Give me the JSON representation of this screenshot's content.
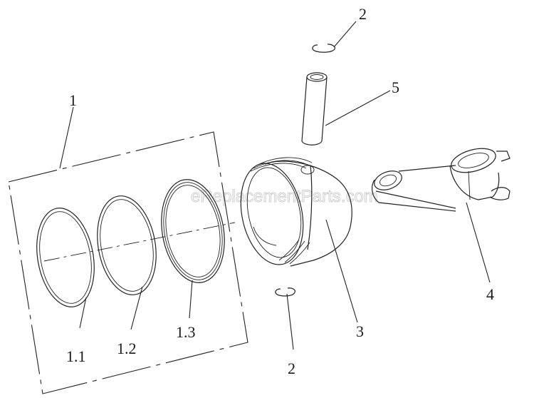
{
  "watermark": "eReplacementParts.com",
  "labels": {
    "ring_set": "1",
    "ring_1": "1.1",
    "ring_2": "1.2",
    "ring_3": "1.3",
    "clip_top": "2",
    "clip_bottom": "2",
    "piston": "3",
    "connecting_rod": "4",
    "piston_pin": "5"
  }
}
